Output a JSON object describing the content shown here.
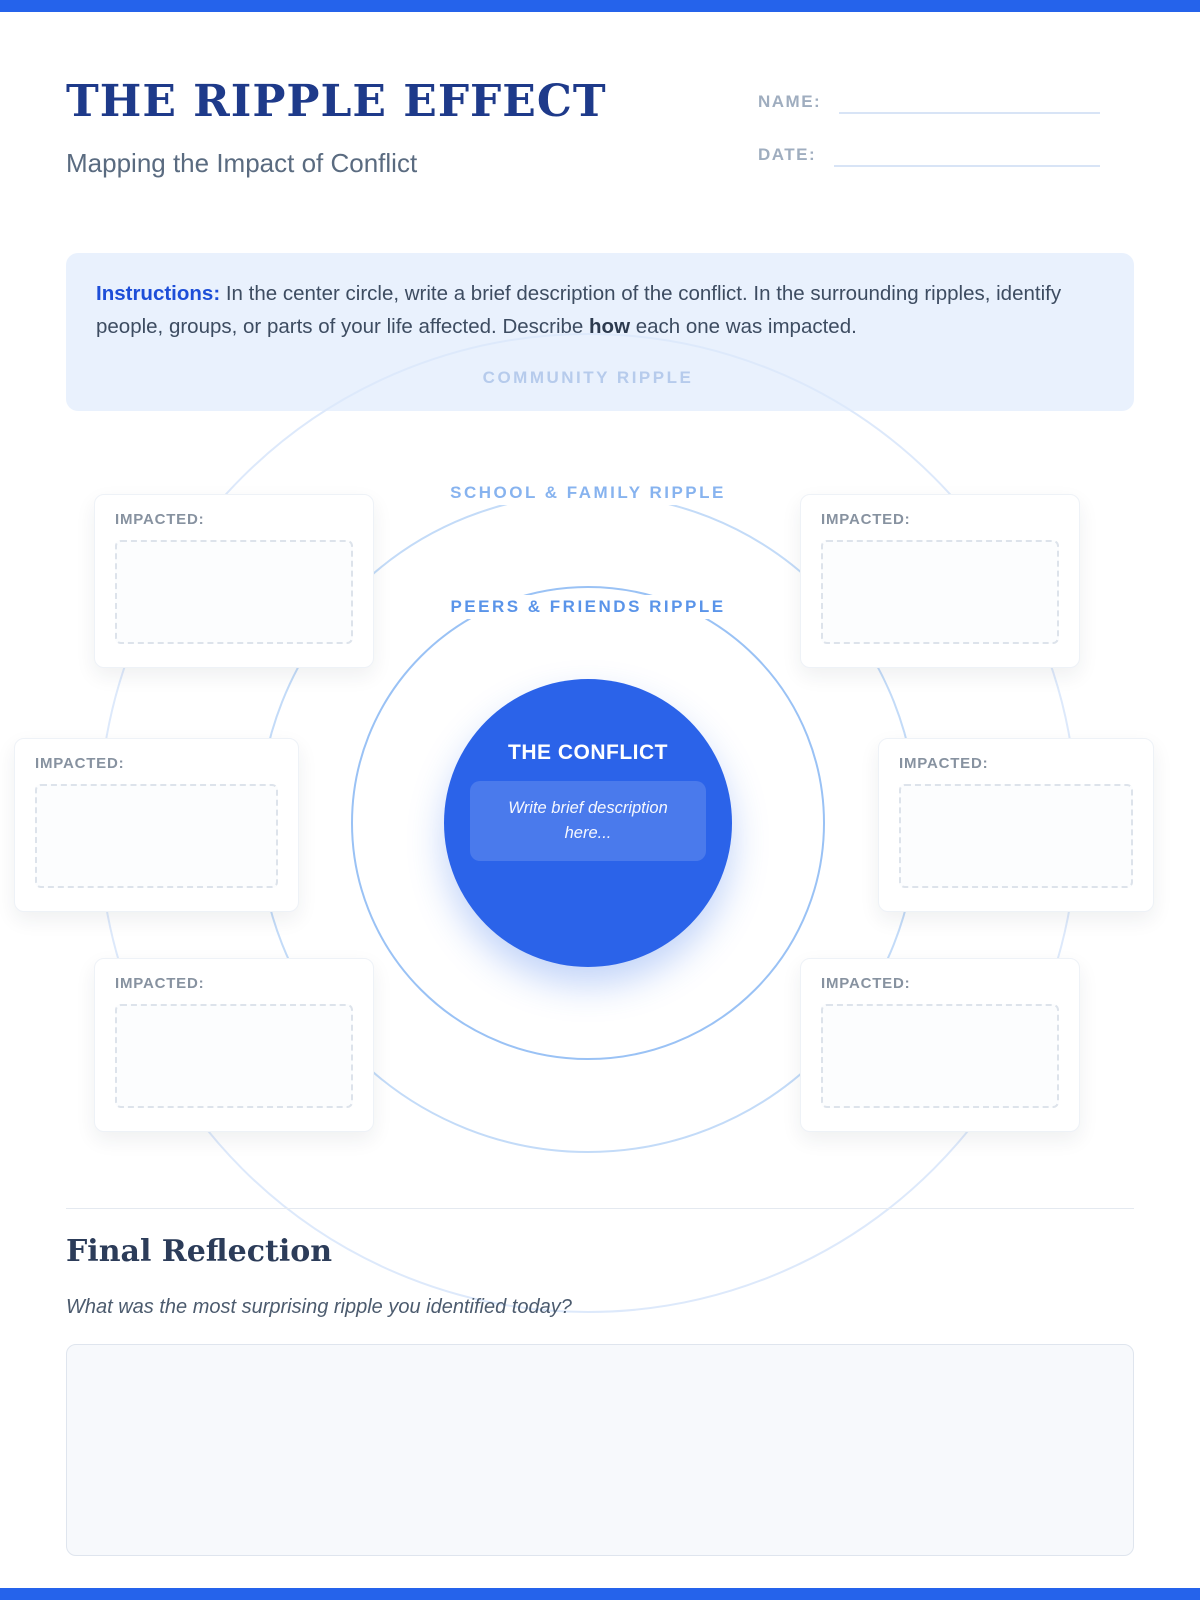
{
  "header": {
    "title": "THE RIPPLE EFFECT",
    "subtitle": "Mapping the Impact of Conflict",
    "name_label": "NAME:",
    "date_label": "DATE:"
  },
  "instructions": {
    "label": "Instructions:",
    "body_1": " In the center circle, write a brief description of the conflict. In the surrounding ripples, identify people, groups, or parts of your life affected. Describe ",
    "bold_word": "how",
    "body_2": " each one was impacted."
  },
  "diagram": {
    "rings": [
      {
        "label": "COMMUNITY RIPPLE"
      },
      {
        "label": "SCHOOL & FAMILY RIPPLE"
      },
      {
        "label": "PEERS & FRIENDS RIPPLE"
      }
    ],
    "center": {
      "title": "THE CONFLICT",
      "placeholder": "Write brief description here..."
    },
    "impacted_label": "IMPACTED:"
  },
  "reflection": {
    "heading": "Final Reflection",
    "question": "What was the most surprising ripple you identified today?"
  },
  "colors": {
    "accent": "#2563eb",
    "heading": "#1e3a8a"
  }
}
